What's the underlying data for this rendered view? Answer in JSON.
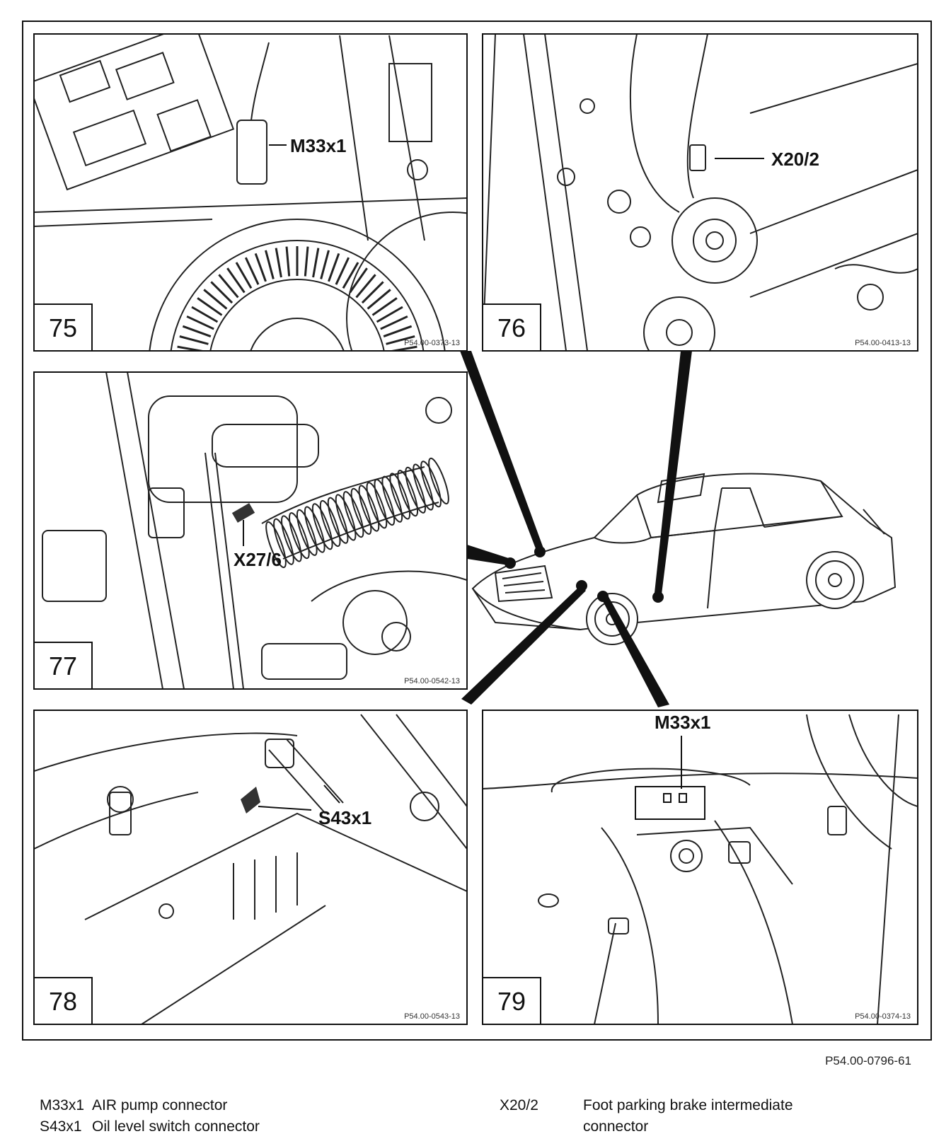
{
  "figure": {
    "reference": "P54.00-0796-61",
    "panels": [
      {
        "number": "75",
        "callout": "M33x1",
        "ref": "P54.00-0373-13"
      },
      {
        "number": "76",
        "callout": "X20/2",
        "ref": "P54.00-0413-13"
      },
      {
        "number": "77",
        "callout": "X27/6",
        "ref": "P54.00-0542-13"
      },
      {
        "number": "78",
        "callout": "S43x1",
        "ref": "P54.00-0543-13"
      },
      {
        "number": "79",
        "callout": "M33x1",
        "ref": "P54.00-0374-13"
      }
    ]
  },
  "legend": {
    "left": [
      {
        "code": "M33x1",
        "description": "AIR pump connector"
      },
      {
        "code": "S43x1",
        "description": "Oil level switch connector"
      }
    ],
    "right": [
      {
        "code": "X20/2",
        "description": "Foot parking brake intermediate connector"
      }
    ]
  }
}
